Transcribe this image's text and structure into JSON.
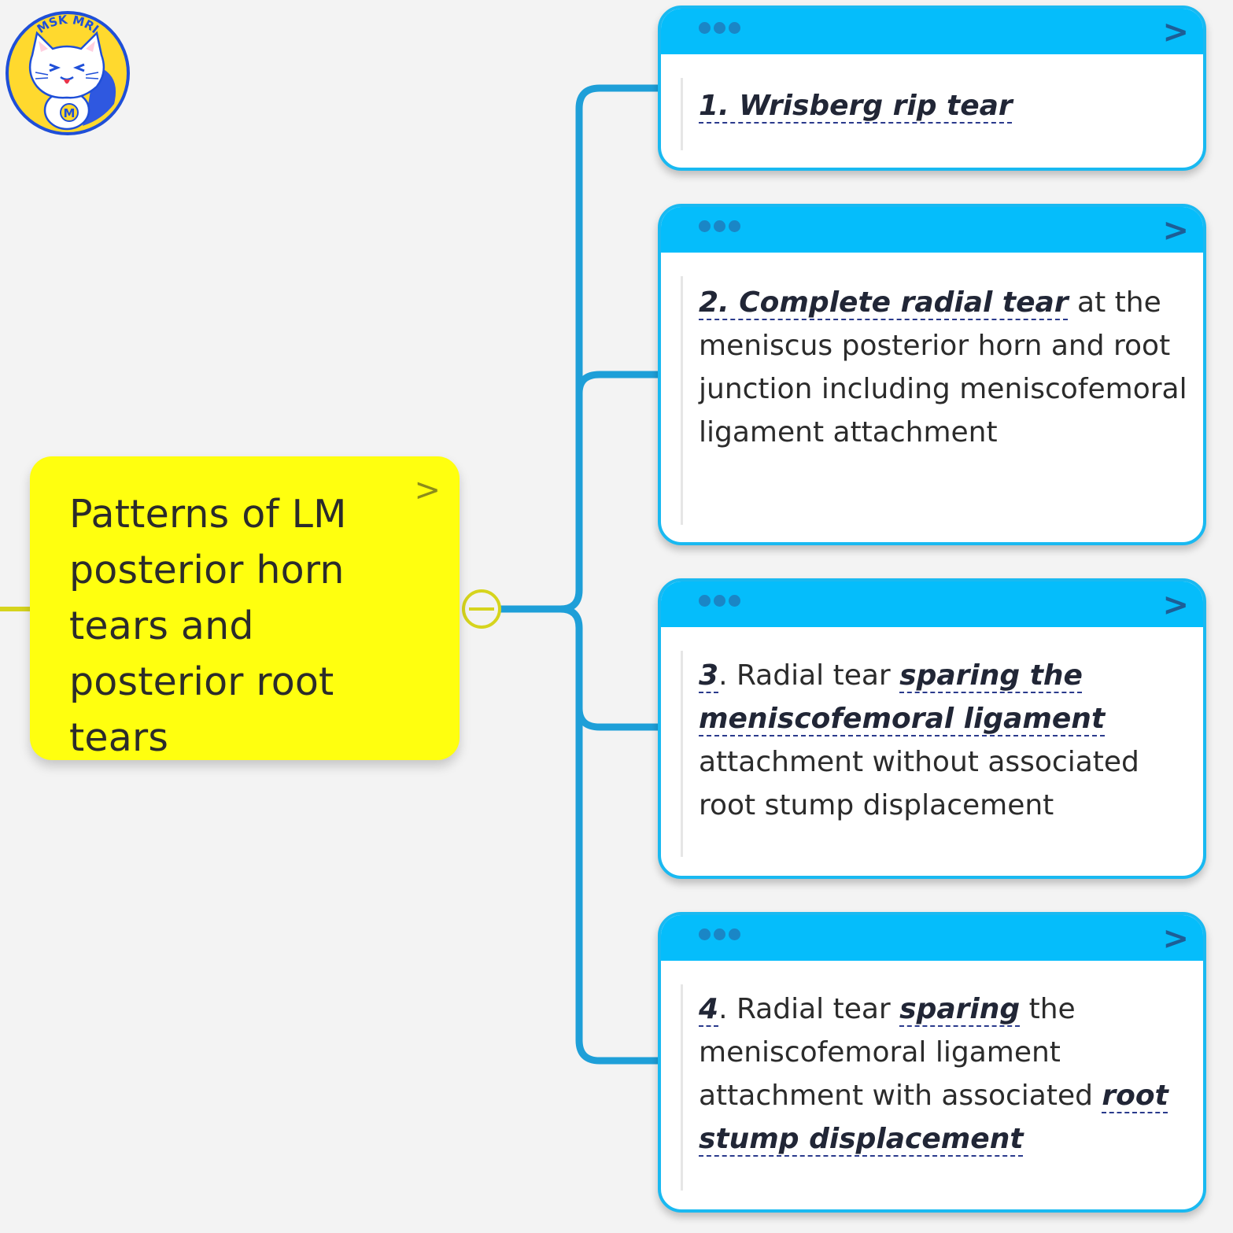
{
  "logo": {
    "text": "MSK MRI",
    "badge_letter": "M",
    "colors": {
      "ring": "#1f4fd8",
      "fill": "#ffd92e",
      "cape": "#2f58e0"
    }
  },
  "central_topic": {
    "text": "Patterns of LM posterior horn tears and posterior root tears",
    "color": "#ffff0f",
    "expand_icon": "chevron-right-icon",
    "collapse_icon": "minus-circle-icon"
  },
  "subtopics": [
    {
      "segments": [
        {
          "text": "1. Wrisberg rip tear",
          "bold": true
        }
      ]
    },
    {
      "segments": [
        {
          "text": "2. Complete radial tear",
          "bold": true
        },
        {
          "text": " at the meniscus posterior horn and root junction including meniscofemoral ligament attachment",
          "bold": false
        }
      ]
    },
    {
      "segments": [
        {
          "text": "3",
          "bold": true
        },
        {
          "text": ". Radial tear ",
          "bold": false
        },
        {
          "text": "sparing the meniscofemoral ligament",
          "bold": true
        },
        {
          "text": " attachment without associated root stump displacement",
          "bold": false
        }
      ]
    },
    {
      "segments": [
        {
          "text": "4",
          "bold": true
        },
        {
          "text": ". Radial tear ",
          "bold": false
        },
        {
          "text": "sparing",
          "bold": true
        },
        {
          "text": " the meniscofemoral ligament attachment with associated ",
          "bold": false
        },
        {
          "text": "root stump displacement",
          "bold": true
        }
      ]
    }
  ],
  "colors": {
    "connector": "#1e9fd8",
    "card_header": "#05bdfb",
    "card_border": "#19b9f1",
    "dots": "#1a86c6"
  }
}
